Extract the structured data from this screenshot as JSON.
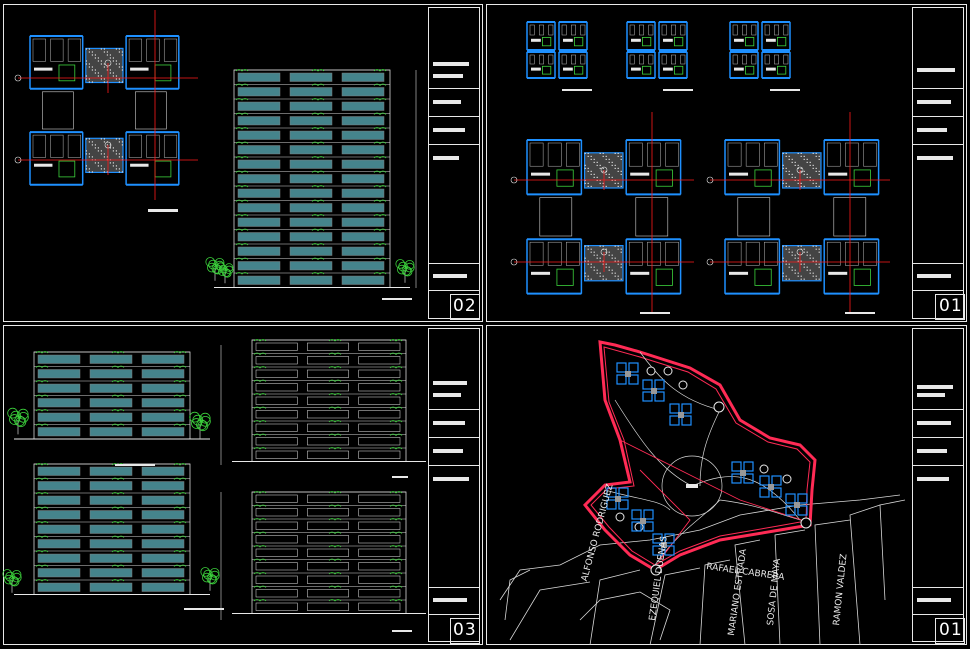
{
  "sheets": [
    {
      "id": "top-left",
      "number": "02"
    },
    {
      "id": "top-right",
      "number": "01"
    },
    {
      "id": "bottom-left",
      "number": "03"
    },
    {
      "id": "bottom-right",
      "number": "01"
    }
  ],
  "site_plan": {
    "street_labels": [
      "ALFONSO RODRIGUEZ",
      "EZEQUIEL DUENAS",
      "MARIANO ESTRADA",
      "RAFAEL CABRERA",
      "SOSA DE MAYA",
      "RAMON VALDEZ"
    ]
  },
  "colors": {
    "background": "#000000",
    "frame": "#e8e8e8",
    "axis": "#ff1a1a",
    "wall": "#1e90ff",
    "foliage": "#3cd23c",
    "glass": "#7ff0ff",
    "site_boundary": "#ff2b55"
  }
}
